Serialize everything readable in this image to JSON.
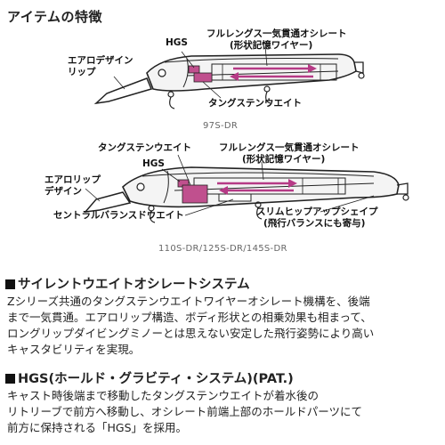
{
  "heading": "アイテムの特徴",
  "diagram1": {
    "model": "97S-DR",
    "callouts": {
      "hgs": "HGS",
      "wire_line1": "フルレングス一気貫通オシレート",
      "wire_line2": "(形状記憶ワイヤー)",
      "aero_line1": "エアロデザイン",
      "aero_line2": "リップ",
      "tungsten": "タングステンウエイト"
    }
  },
  "diagram2": {
    "model": "110S-DR/125S-DR/145S-DR",
    "callouts": {
      "tungsten": "タングステンウエイト",
      "wire_line1": "フルレングス一気貫通オシレート",
      "wire_line2": "(形状記憶ワイヤー)",
      "hgs": "HGS",
      "aero_line1": "エアロリップ",
      "aero_line2": "デザイン",
      "central": "セントラルバランスドウエイト",
      "hip_line1": "スリムヒップアップシェイプ",
      "hip_line2": "(飛行バランスにも寄与)"
    }
  },
  "section1": {
    "title": "サイレントウエイトオシレートシステム",
    "lines": [
      "Zシリーズ共通のタングステンウエイトワイヤーオシレート機構を、後端",
      "まで一気貫通。エアロリップ構造、ボディ形状との相乗効果も相まって、",
      "ロングリップダイビングミノーとは思えない安定した飛行姿勢により高い",
      "キャスタビリティを実現。"
    ]
  },
  "section2": {
    "title": "HGS(ホールド・グラビティ・システム)(PAT.)",
    "lines": [
      "キャスト時後端まで移動したタングステンウエイトが着水後の",
      "リトリーブで前方へ移動し、オシレート前端上部のホールドパーツにて",
      "前方に保持される「HGS」を採用。"
    ]
  },
  "colors": {
    "accent": "#c0508e",
    "arrow": "#b63a86",
    "outline": "#222222",
    "body_fill": "#f3f3f3"
  }
}
